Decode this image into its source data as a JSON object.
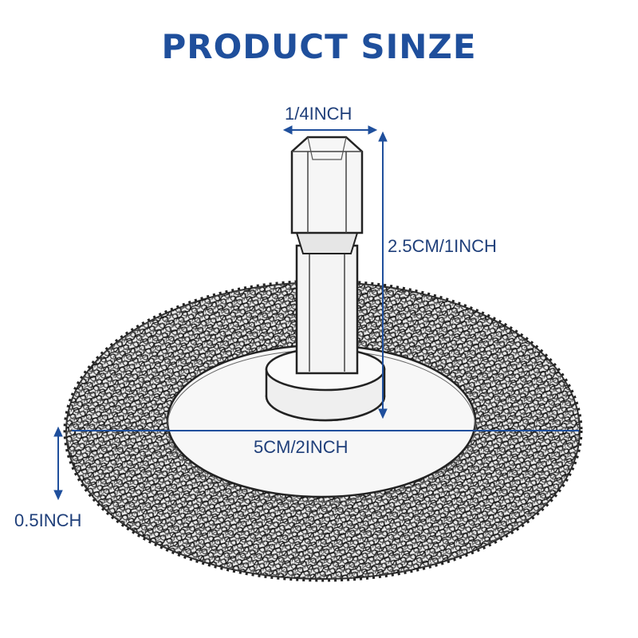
{
  "title": "PRODUCT SINZE",
  "dimensions": {
    "shank_width": "1/4INCH",
    "shank_length": "2.5CM/1INCH",
    "brush_diameter": "5CM/2INCH",
    "brush_thickness": "0.5INCH"
  },
  "colors": {
    "title": "#1f4f9c",
    "dimension_lines": "#1f4f9c",
    "label_text": "#1f3f7a"
  }
}
